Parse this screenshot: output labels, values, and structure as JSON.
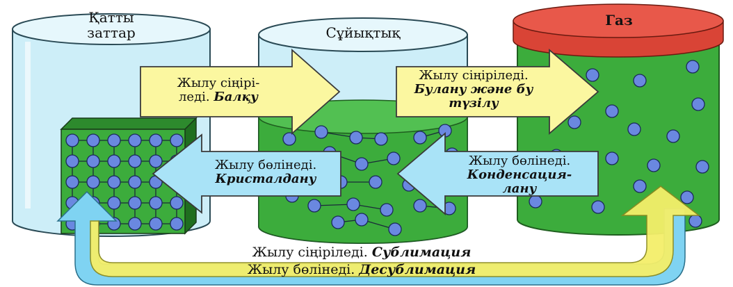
{
  "states": {
    "solid": {
      "title_line1": "Қатты",
      "title_line2": "заттар"
    },
    "liquid": {
      "title": "Сұйықтық"
    },
    "gas": {
      "title": "Газ"
    }
  },
  "transitions": {
    "melting": {
      "line1": "Жылу сіңірі-",
      "line2_prefix": "леді. ",
      "name": "Балқу"
    },
    "crystallization": {
      "line1": "Жылу бөлінеді.",
      "name": "Кристалдану"
    },
    "evaporation": {
      "line1": "Жылу сіңіріледі.",
      "name_line1": "Булану және бу",
      "name_line2": "түзілу"
    },
    "condensation": {
      "line1": "Жылу бөлінеді.",
      "name_line1": "Конденсация-",
      "name_line2": "лану"
    },
    "sublimation": {
      "prefix": "Жылу сіңіріледі. ",
      "name": "Сублимация"
    },
    "desublimation": {
      "prefix": "Жылу бөлінеді. ",
      "name": "Десублимация"
    }
  },
  "colors": {
    "beaker_glass": "#cdeef8",
    "beaker_outline": "#2a4a55",
    "liquid_green": "#3cac3c",
    "gas_lid": "#e8584a",
    "particle_blue": "#6a88e0",
    "arrow_yellow": "#fbf7a0",
    "arrow_blue": "#a9e3f7",
    "cycle_yellow": "#f4ef6a",
    "cycle_blue": "#7fd3f2"
  }
}
